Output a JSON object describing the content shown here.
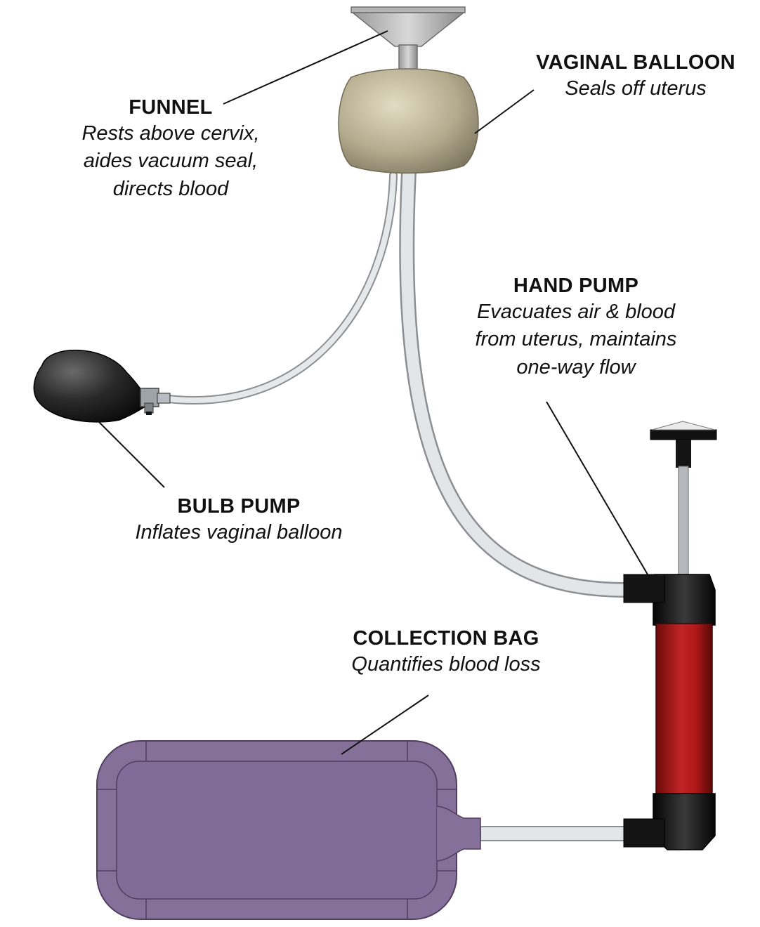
{
  "labels": {
    "funnel": {
      "title": "FUNNEL",
      "desc": "Rests above cervix,\naides vacuum seal,\ndirects blood"
    },
    "vaginal_balloon": {
      "title": "VAGINAL BALLOON",
      "desc": "Seals off uterus"
    },
    "hand_pump": {
      "title": "HAND PUMP",
      "desc": "Evacuates air & blood\nfrom uterus, maintains\none-way flow"
    },
    "bulb_pump": {
      "title": "BULB PUMP",
      "desc": "Inflates vaginal balloon"
    },
    "collection_bag": {
      "title": "COLLECTION BAG",
      "desc": "Quantifies blood loss"
    }
  },
  "colors": {
    "balloon": "#b3ab8e",
    "funnel": "#c8c8c8",
    "tube": "#dfe2e5",
    "bulb": "#1c1c1c",
    "pump_body": "#b01818",
    "pump_cap": "#141414",
    "bag": "#85709a",
    "leader": "#111111"
  }
}
